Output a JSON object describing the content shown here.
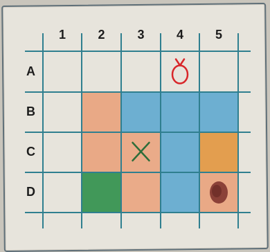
{
  "grid": {
    "column_labels": [
      "1",
      "2",
      "3",
      "4",
      "5"
    ],
    "row_labels": [
      "A",
      "B",
      "C",
      "D"
    ],
    "line_color": "#2f7f8f",
    "cells": [
      {
        "row": "B",
        "col": "2",
        "fill": "#e9a27c"
      },
      {
        "row": "C",
        "col": "2",
        "fill": "#e9a27c"
      },
      {
        "row": "D",
        "col": "2",
        "fill": "#2f8f4a"
      },
      {
        "row": "B",
        "col": "3",
        "fill": "#5fa9cf"
      },
      {
        "row": "C",
        "col": "3",
        "fill": "#eaa47f"
      },
      {
        "row": "D",
        "col": "3",
        "fill": "#eaa47f"
      },
      {
        "row": "B",
        "col": "4",
        "fill": "#5fa9cf"
      },
      {
        "row": "C",
        "col": "4",
        "fill": "#5fa9cf"
      },
      {
        "row": "D",
        "col": "4",
        "fill": "#5fa9cf"
      },
      {
        "row": "B",
        "col": "5",
        "fill": "#5fa9cf"
      },
      {
        "row": "C",
        "col": "5",
        "fill": "#e2963f"
      },
      {
        "row": "D",
        "col": "5",
        "fill": "#e9a27c"
      }
    ],
    "markers": [
      {
        "row": "A",
        "col": "4",
        "icon": "apple-icon",
        "color": "#d8262a"
      },
      {
        "row": "C",
        "col": "3",
        "icon": "x-mark-icon",
        "color": "#2e6d3a"
      },
      {
        "row": "D",
        "col": "5",
        "icon": "brown-blob-icon",
        "color": "#7a2f2a"
      }
    ]
  }
}
